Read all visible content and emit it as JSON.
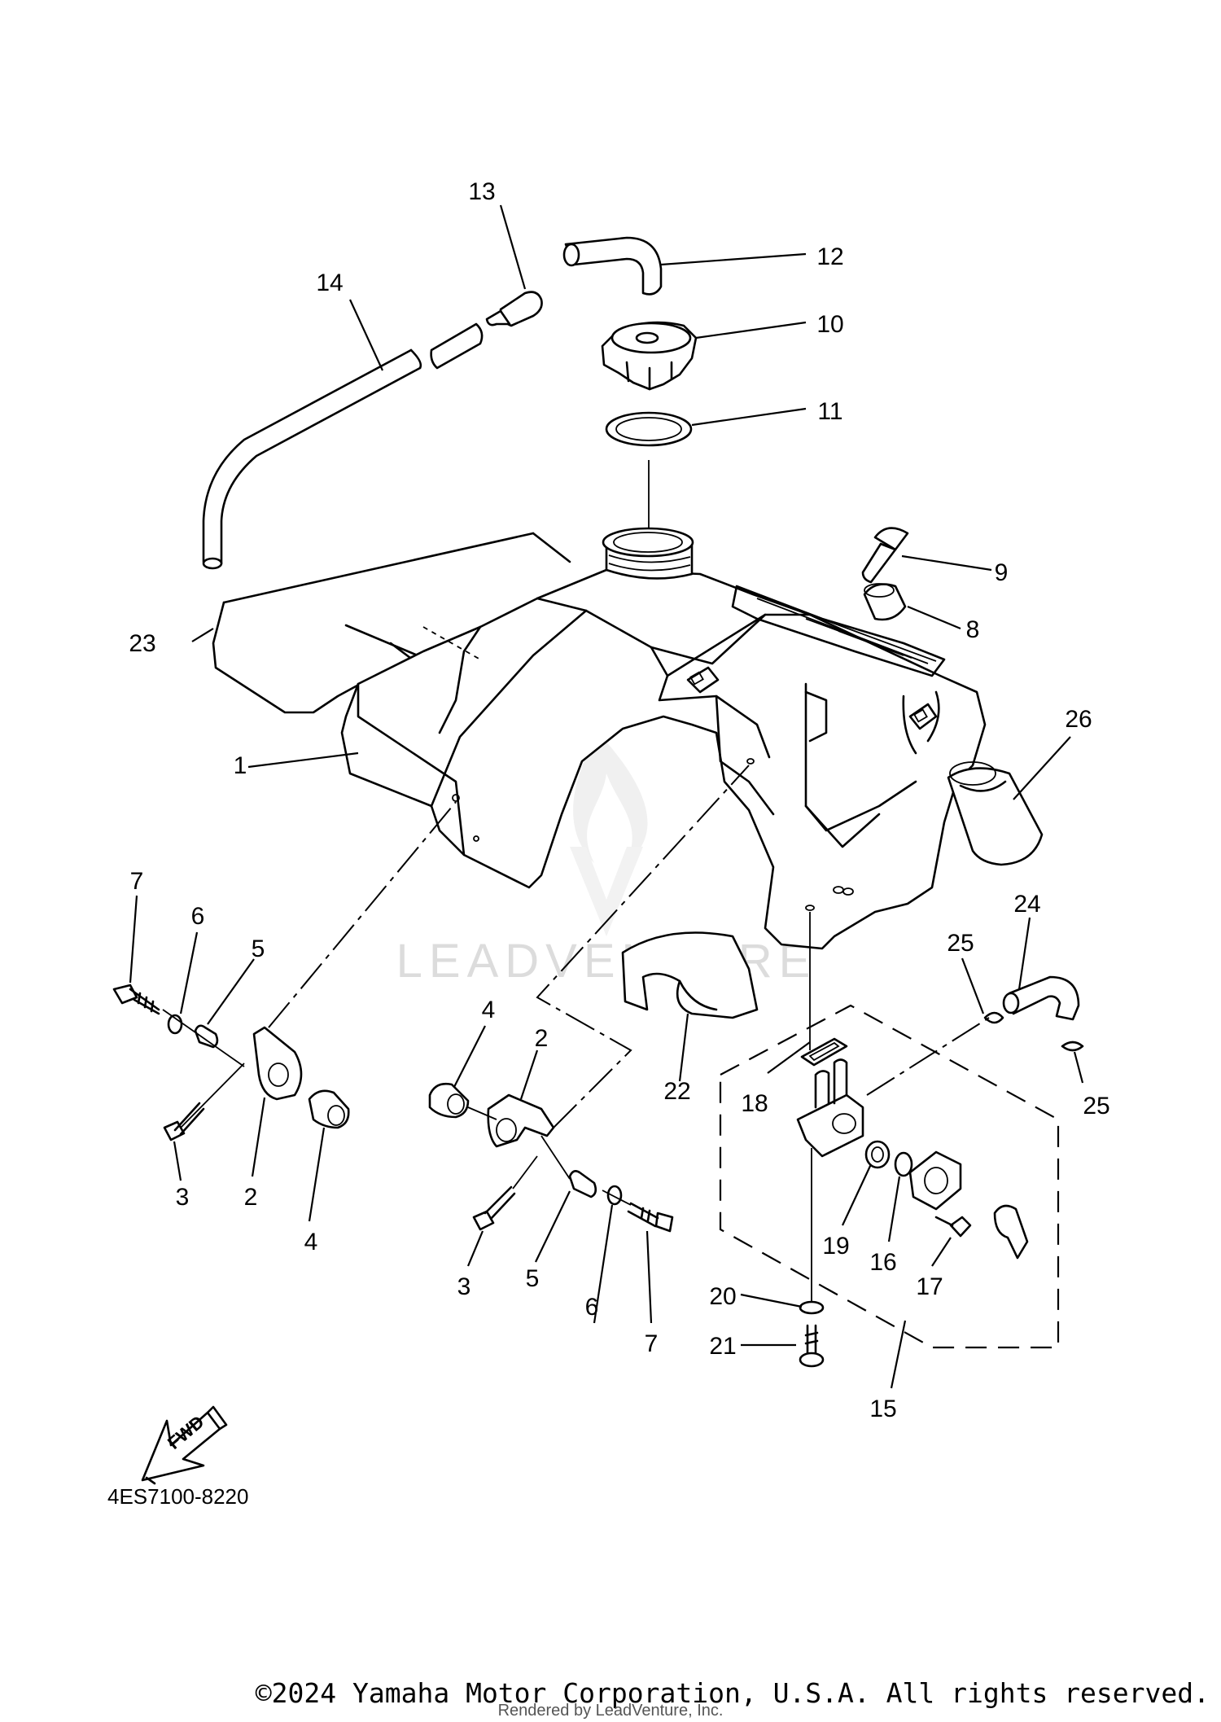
{
  "diagram": {
    "watermark": "LEADVENTURE",
    "fwd_label": "FWD",
    "diagram_code": "4ES7100-8220",
    "callouts": {
      "c1": "1",
      "c2a": "2",
      "c2b": "2",
      "c3a": "3",
      "c3b": "3",
      "c4a": "4",
      "c4b": "4",
      "c5a": "5",
      "c5b": "5",
      "c6a": "6",
      "c6b": "6",
      "c7a": "7",
      "c7b": "7",
      "c8": "8",
      "c9": "9",
      "c10": "10",
      "c11": "11",
      "c12": "12",
      "c13": "13",
      "c14": "14",
      "c15": "15",
      "c16": "16",
      "c17": "17",
      "c18": "18",
      "c19": "19",
      "c20": "20",
      "c21": "21",
      "c22": "22",
      "c23": "23",
      "c24": "24",
      "c25a": "25",
      "c25b": "25",
      "c26": "26"
    }
  },
  "footer": {
    "copyright": "©2024 Yamaha Motor Corporation, U.S.A. All rights reserved.",
    "rendered_by": "Rendered by LeadVenture, Inc."
  }
}
